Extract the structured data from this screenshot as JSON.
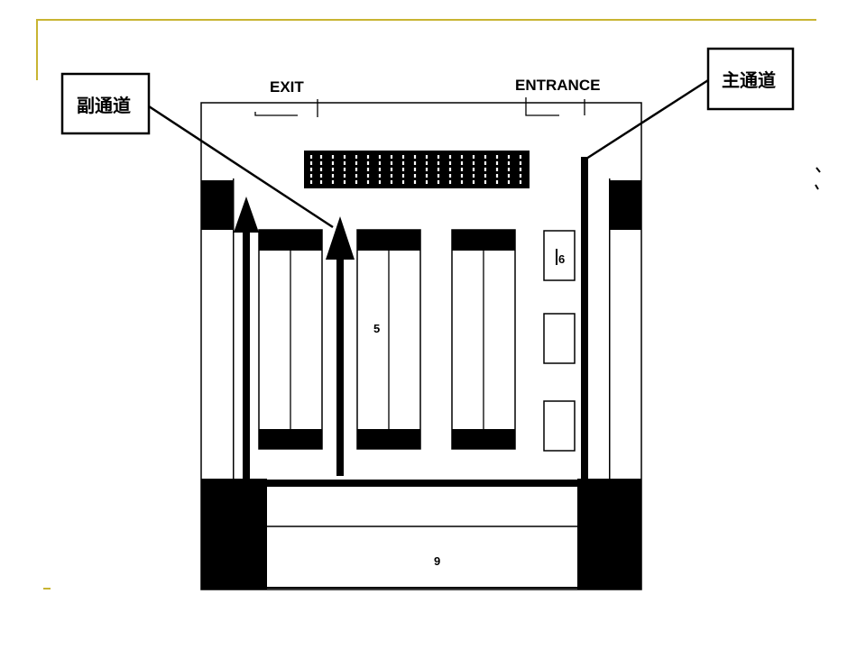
{
  "colors": {
    "accent_line": "#c8b432",
    "ink": "#000000",
    "paper": "#ffffff"
  },
  "labels": {
    "exit": "EXIT",
    "entrance": "ENTRANCE",
    "secondary_aisle": "副通道",
    "main_aisle": "主通道",
    "area_5": "5",
    "area_6": "6",
    "area_9": "9"
  },
  "icons": {
    "up_arrow": "up-arrow-icon"
  }
}
